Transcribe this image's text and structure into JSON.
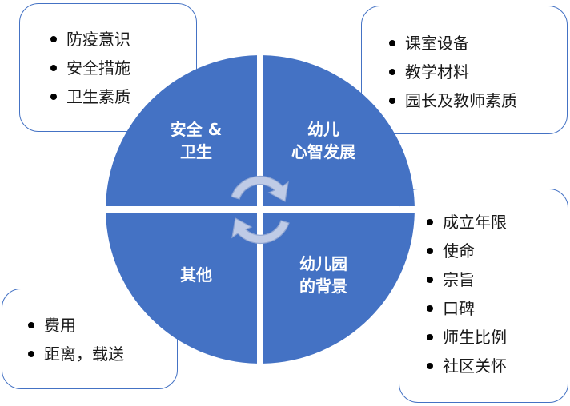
{
  "center": {
    "quadrants": [
      {
        "id": "top-left",
        "label": "安全 &\n卫生"
      },
      {
        "id": "top-right",
        "label": "幼儿\n心智发展"
      },
      {
        "id": "bottom-left",
        "label": "其他"
      },
      {
        "id": "bottom-right",
        "label": "幼儿园\n的背景"
      }
    ]
  },
  "callouts": {
    "top_left": {
      "items": [
        "防疫意识",
        "安全措施",
        "卫生素质"
      ]
    },
    "top_right": {
      "items": [
        "课室设备",
        "教学材料",
        "园长及教师素质"
      ]
    },
    "right": {
      "items": [
        "成立年限",
        "使命",
        "宗旨",
        "口碑",
        "师生比例",
        "社区关怀"
      ]
    },
    "bottom_left": {
      "items": [
        "费用",
        "距离，载送"
      ]
    }
  },
  "colors": {
    "quadrant_fill": "#4472C4",
    "arrow_fill": "#BFCBE6",
    "box_border": "#4472C4"
  }
}
